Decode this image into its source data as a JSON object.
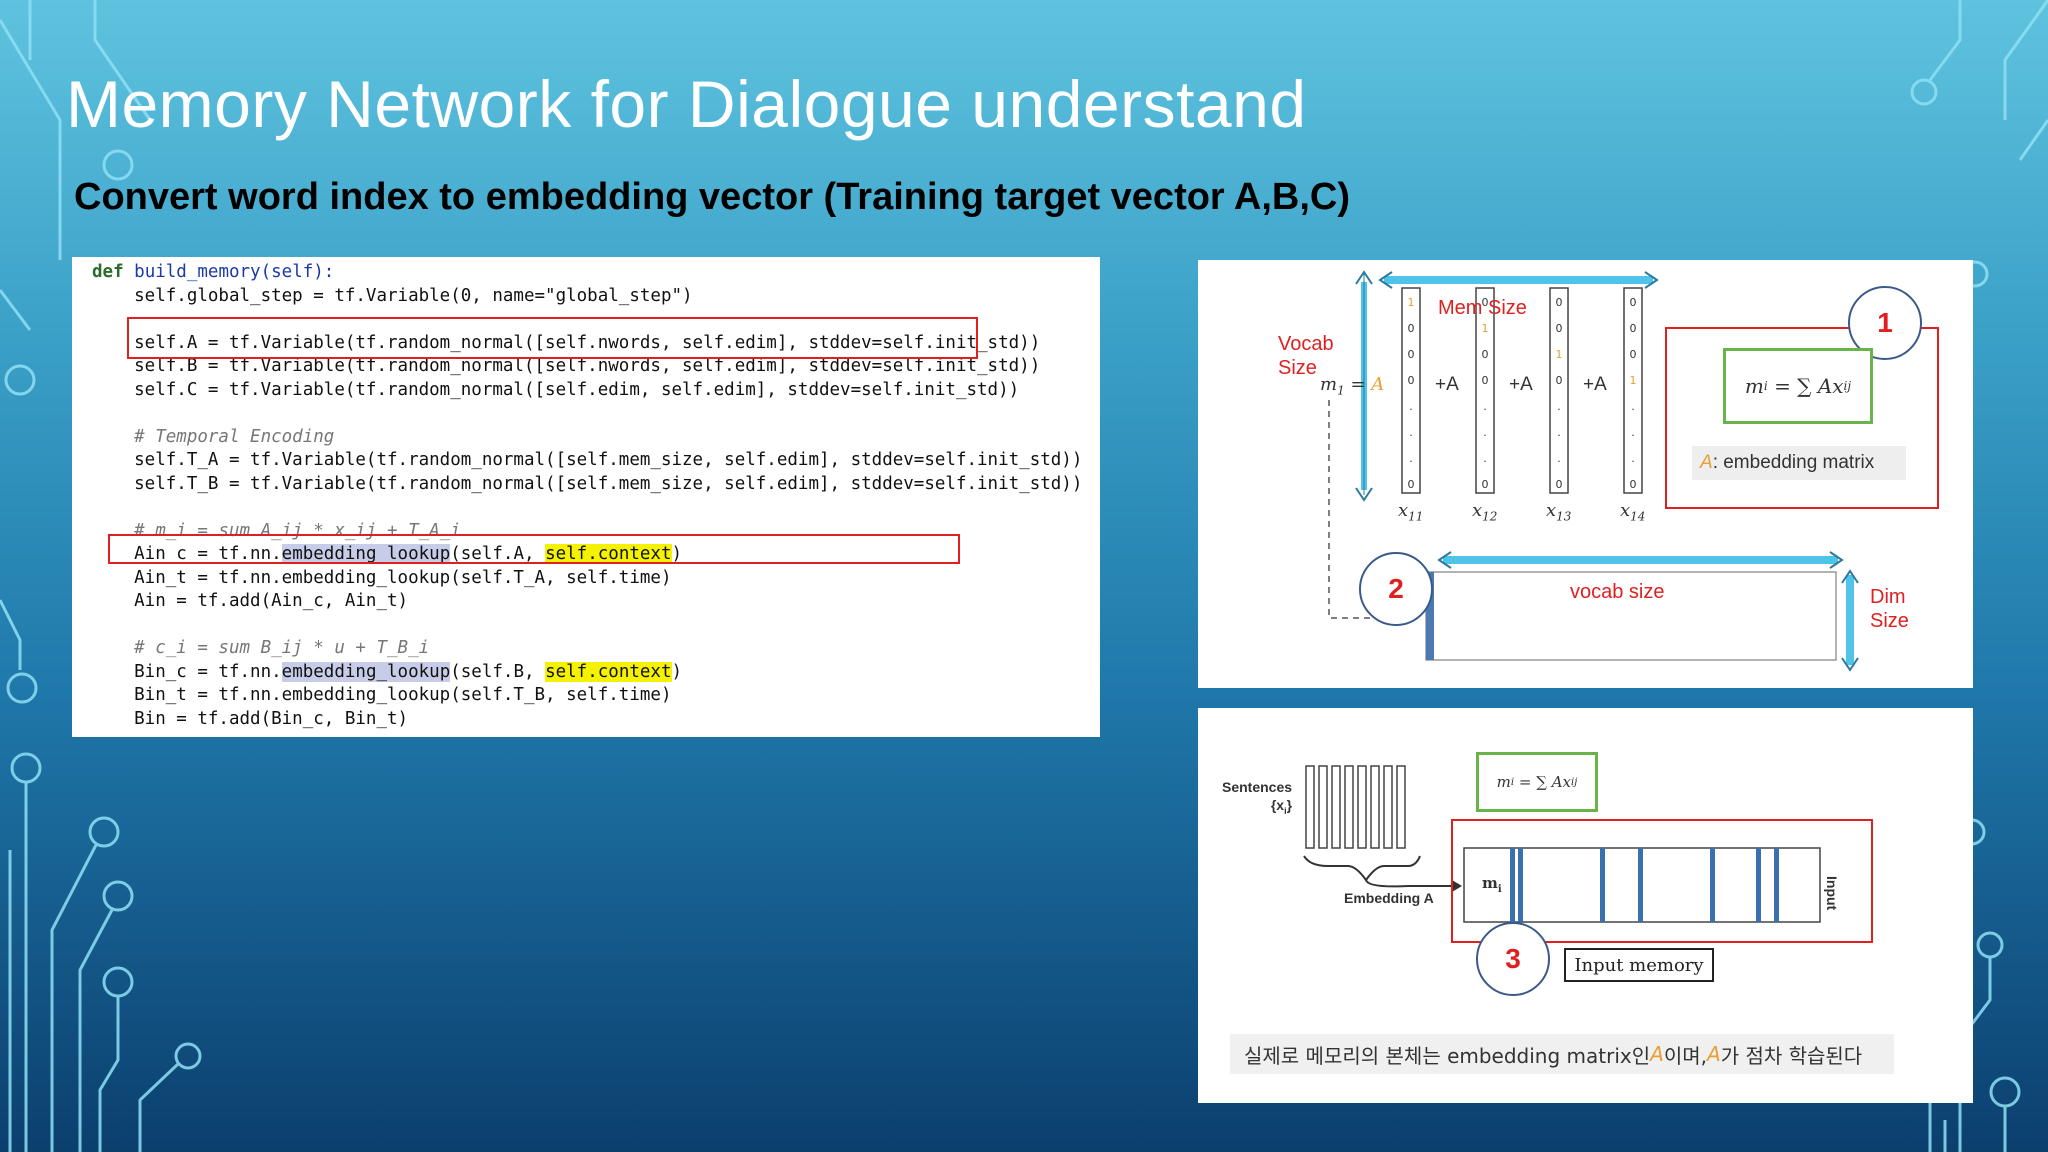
{
  "slide": {
    "title": "Memory Network for Dialogue understand",
    "subtitle": "Convert word index to embedding vector (Training target vector A,B,C)"
  },
  "code": {
    "lines": [
      [
        "def build_memory(self):"
      ],
      [
        "    self.global_step = tf.Variable(0, name=\"global_step\")"
      ],
      [
        ""
      ],
      [
        "    self.A = tf.Variable(tf.random_normal([self.nwords, self.edim], stddev=self.init_std))"
      ],
      [
        "    self.B = tf.Variable(tf.random_normal([self.nwords, self.edim], stddev=self.init_std))"
      ],
      [
        "    self.C = tf.Variable(tf.random_normal([self.edim, self.edim], stddev=self.init_std))"
      ],
      [
        ""
      ],
      [
        "    # Temporal Encoding"
      ],
      [
        "    self.T_A = tf.Variable(tf.random_normal([self.mem_size, self.edim], stddev=self.init_std))"
      ],
      [
        "    self.T_B = tf.Variable(tf.random_normal([self.mem_size, self.edim], stddev=self.init_std))"
      ],
      [
        ""
      ],
      [
        "    # m_i = sum A_ij * x_ij + T_A_i"
      ],
      [
        "    Ain_c = tf.nn.embedding_lookup(self.A, self.context)"
      ],
      [
        "    Ain_t = tf.nn.embedding_lookup(self.T_A, self.time)"
      ],
      [
        "    Ain = tf.add(Ain_c, Ain_t)"
      ],
      [
        ""
      ],
      [
        "    # c_i = sum B_ij * u + T_B_i"
      ],
      [
        "    Bin_c = tf.nn.embedding_lookup(self.B, self.context)"
      ],
      [
        "    Bin_t = tf.nn.embedding_lookup(self.T_B, self.time)"
      ],
      [
        "    Bin = tf.add(Bin_c, Bin_t)"
      ]
    ]
  },
  "figure_top": {
    "vocab_size_label_line1": "Vocab",
    "vocab_size_label_line2": "Size",
    "mem_size_label": "Mem Size",
    "m1_label": "m",
    "m1_sub": "1",
    "plus_a": "+A",
    "a_first": "A",
    "x_labels": [
      "x",
      "x",
      "x",
      "x"
    ],
    "x_subs": [
      "11",
      "12",
      "13",
      "14"
    ],
    "col1": [
      "1",
      "0",
      "0",
      "0",
      ".",
      ".",
      ".",
      "0"
    ],
    "col2": [
      "0",
      "1",
      "0",
      "0",
      ".",
      ".",
      ".",
      "0"
    ],
    "col3": [
      "0",
      "0",
      "1",
      "0",
      ".",
      ".",
      ".",
      "0"
    ],
    "col4": [
      "0",
      "0",
      "0",
      "1",
      ".",
      ".",
      ".",
      "0"
    ],
    "circle1": "1",
    "circle2": "2",
    "formula_m": "m",
    "formula_i": "i",
    "formula_rest": "= ∑ Ax",
    "formula_sub": "ij",
    "formula_j": "j",
    "embedding_label_a": "A",
    "embedding_label_rest": ": embedding matrix",
    "vocab_size_bar": "vocab size",
    "dim_size_line1": "Dim",
    "dim_size_line2": "Size"
  },
  "figure_bottom": {
    "sentences_label": "Sentences",
    "sentences_sub": "{x",
    "sentences_sub_i": "i",
    "sentences_close": "}",
    "embedding_a_label": "Embedding A",
    "formula_small": "m",
    "formula_small_i": "i",
    "formula_small_rest": "= ∑ Ax",
    "formula_small_sub": "ij",
    "formula_small_j": "i",
    "mi_label": "m",
    "mi_sub": "i",
    "input_vertical": "Input",
    "circle3": "3",
    "input_memory_label": "Input memory",
    "caption_part1": "실제로 메모리의 본체는 embedding matrix인 ",
    "caption_a1": "A",
    "caption_part2": "이며, ",
    "caption_a2": "A",
    "caption_part3": "가 점차 학습된다"
  },
  "colors": {
    "accent_red": "#e02020",
    "arrow_cyan": "#4fc3e8",
    "formula_green": "#6ab24a",
    "stripe_blue": "#3a6fb0"
  }
}
